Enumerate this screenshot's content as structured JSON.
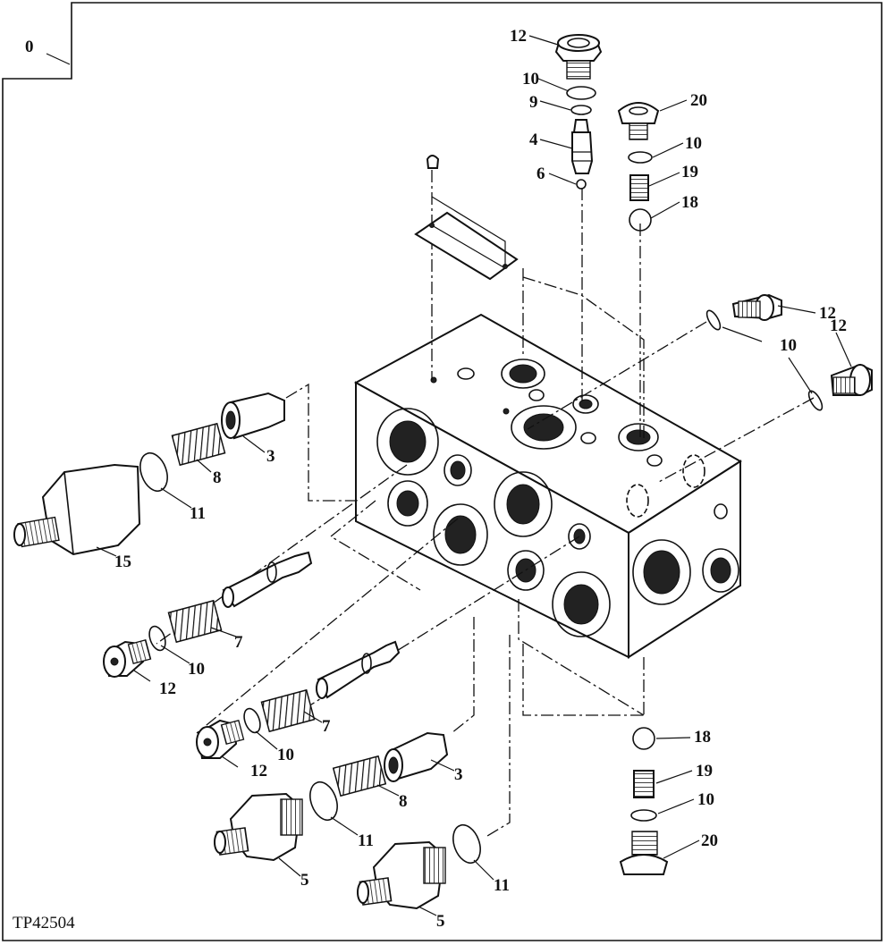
{
  "corner_tab": "0",
  "figure_id": "TP42504",
  "callouts": [
    "12",
    "10",
    "9",
    "4",
    "6",
    "20",
    "10",
    "19",
    "18",
    "12",
    "10",
    "12",
    "3",
    "8",
    "11",
    "15",
    "7",
    "10",
    "12",
    "7",
    "10",
    "12",
    "3",
    "8",
    "11",
    "5",
    "11",
    "5",
    "18",
    "19",
    "10",
    "20"
  ]
}
